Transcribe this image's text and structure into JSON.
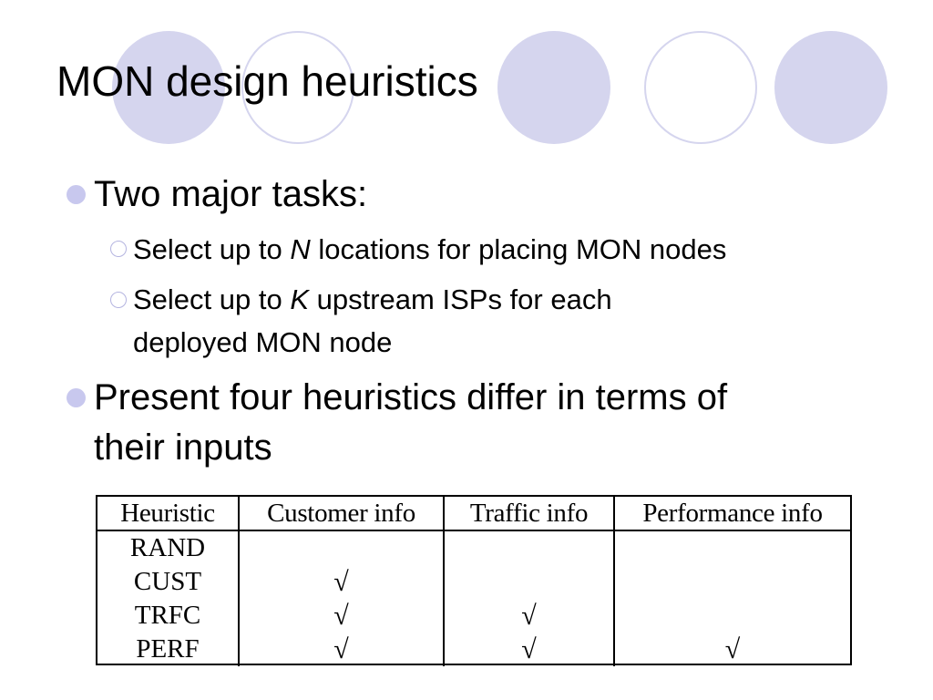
{
  "slide": {
    "title": "MON design heuristics",
    "bullets": {
      "b1": "Two major tasks:",
      "b1_sub1_a": "Select up to ",
      "b1_sub1_var": "N",
      "b1_sub1_b": " locations for placing MON nodes",
      "b1_sub2_a": "Select up to ",
      "b1_sub2_var": "K",
      "b1_sub2_b": " upstream ISPs for each",
      "b1_sub2_c": "deployed MON node",
      "b2_line1": "Present four heuristics differ in terms of",
      "b2_line2": "their inputs"
    },
    "colors": {
      "decoration": "#d5d5ee",
      "bullet": "#c8c8ee"
    }
  },
  "table": {
    "headers": [
      "Heuristic",
      "Customer info",
      "Traffic info",
      "Performance info"
    ],
    "rows": [
      {
        "name": "RAND",
        "customer": "",
        "traffic": "",
        "performance": ""
      },
      {
        "name": "CUST",
        "customer": "√",
        "traffic": "",
        "performance": ""
      },
      {
        "name": "TRFC",
        "customer": "√",
        "traffic": "√",
        "performance": ""
      },
      {
        "name": "PERF",
        "customer": "√",
        "traffic": "√",
        "performance": "√"
      }
    ]
  }
}
